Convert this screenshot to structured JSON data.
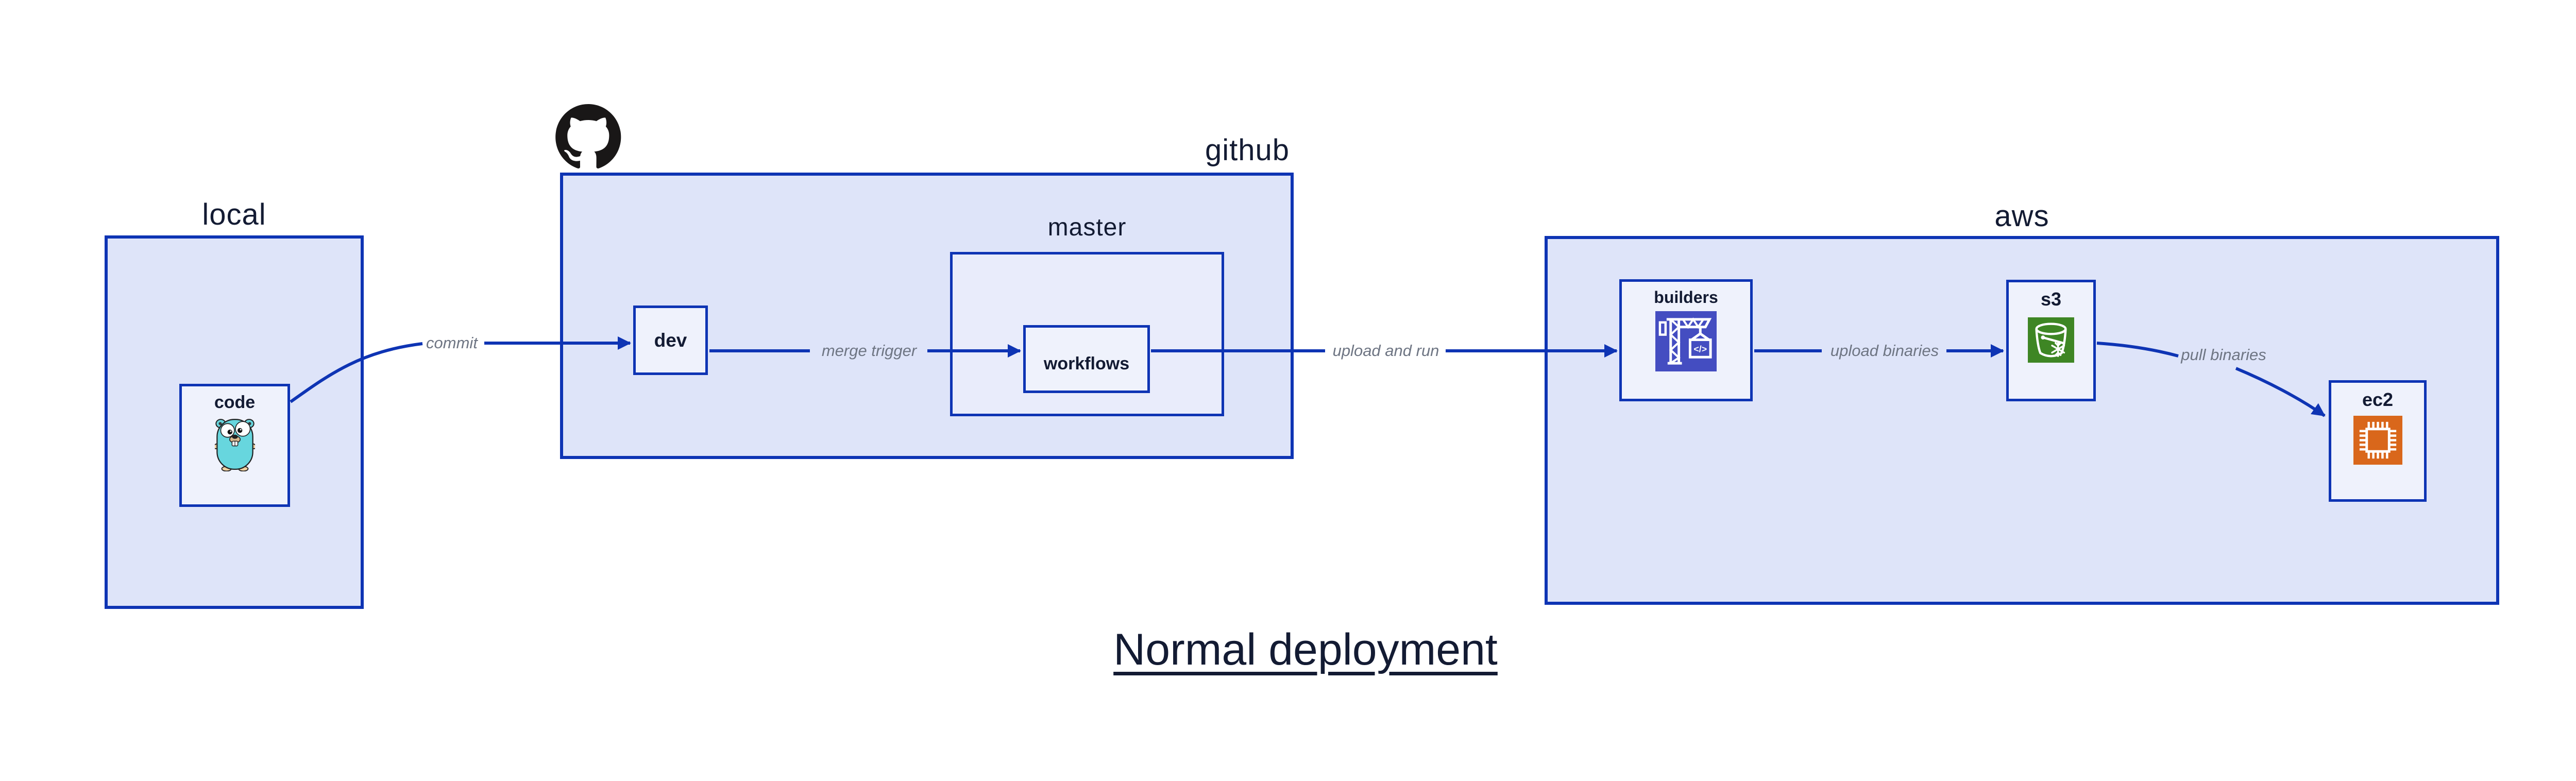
{
  "title": {
    "text": "Normal deployment"
  },
  "regions": {
    "local": {
      "label": "local"
    },
    "github": {
      "label": "github"
    },
    "master": {
      "label": "master"
    },
    "aws": {
      "label": "aws"
    }
  },
  "nodes": {
    "code": {
      "label": "code",
      "icon": "go-gopher-icon"
    },
    "dev": {
      "label": "dev"
    },
    "workflows": {
      "label": "workflows"
    },
    "builders": {
      "label": "builders",
      "icon": "codebuild-crane-icon"
    },
    "s3": {
      "label": "s3",
      "icon": "s3-glacier-bucket-icon"
    },
    "ec2": {
      "label": "ec2",
      "icon": "ec2-chip-icon"
    }
  },
  "edges": [
    {
      "id": "commit",
      "label": "commit",
      "from": "code",
      "to": "dev"
    },
    {
      "id": "merge-trigger",
      "label": "merge trigger",
      "from": "dev",
      "to": "workflows"
    },
    {
      "id": "upload-and-run",
      "label": "upload and run",
      "from": "workflows",
      "to": "builders"
    },
    {
      "id": "upload-binaries",
      "label": "upload binaries",
      "from": "builders",
      "to": "s3"
    },
    {
      "id": "pull-binaries",
      "label": "pull binaries",
      "from": "s3",
      "to": "ec2"
    }
  ],
  "icons": {
    "codebuild_code_glyph": "</>"
  },
  "colors": {
    "line_blue": "#0e34b4",
    "region_fill": "#dee4f9",
    "subregion_fill": "#e9ecfb",
    "node_fill": "#eff2fc",
    "text_navy": "#131b33",
    "edge_label_gray": "#6e7583",
    "codebuild_bg": "#444dc1",
    "s3_glacier_bg": "#3e8624",
    "ec2_bg": "#d9671b",
    "gopher_teal": "#67d6de",
    "github_black": "#191717",
    "page_bg": "#ffffff"
  }
}
